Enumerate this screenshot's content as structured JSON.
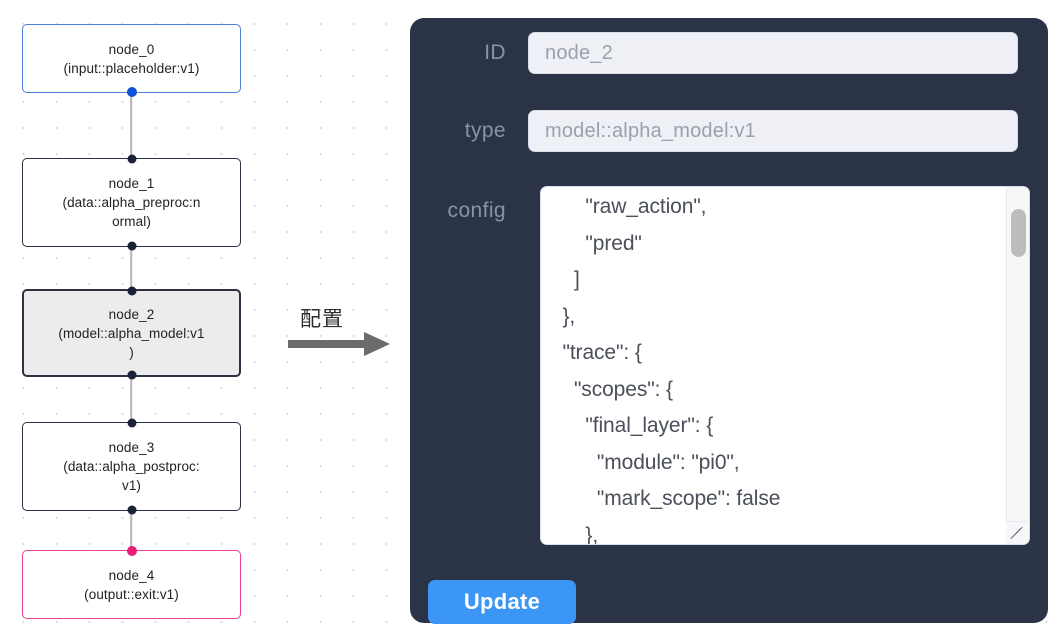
{
  "canvas": {
    "background_color": "#ffffff",
    "grid_dot_color": "#c9c9d4",
    "nodes": [
      {
        "id": "node_0",
        "title": "node_0",
        "subtitle": "(input::placeholder:v1)",
        "kind": "input",
        "border_color": "#4f7fd6",
        "handle_color": "#1052d8",
        "selected": false
      },
      {
        "id": "node_1",
        "title": "node_1",
        "subtitle_line1": "(data::alpha_preproc:n",
        "subtitle_line2": "ormal)",
        "kind": "default",
        "border_color": "#2c3242",
        "handle_color": "#1b2138",
        "selected": false
      },
      {
        "id": "node_2",
        "title": "node_2",
        "subtitle_line1": "(model::alpha_model:v1",
        "subtitle_line2": ")",
        "kind": "default",
        "border_color": "#2c3242",
        "handle_color": "#1b2138",
        "fill_color": "#ececec",
        "selected": true
      },
      {
        "id": "node_3",
        "title": "node_3",
        "subtitle_line1": "(data::alpha_postproc:",
        "subtitle_line2": "v1)",
        "kind": "default",
        "border_color": "#2c3242",
        "handle_color": "#1b2138",
        "selected": false
      },
      {
        "id": "node_4",
        "title": "node_4",
        "subtitle": "(output::exit:v1)",
        "kind": "output",
        "border_color": "#ec3f8f",
        "handle_color": "#ec1d78",
        "selected": false
      }
    ]
  },
  "annotation": {
    "label": "配置",
    "arrow": "right-arrow-icon",
    "arrow_color": "#6b6b6b"
  },
  "panel": {
    "background_color": "#2b3446",
    "fields": [
      {
        "label": "ID",
        "value": "node_2"
      },
      {
        "label": "type",
        "value": "model::alpha_model:v1"
      },
      {
        "label": "config",
        "value": ""
      }
    ],
    "config_textarea": {
      "text": "      \"raw_action\",\n      \"pred\"\n    ]\n  },\n  \"trace\": {\n    \"scopes\": {\n      \"final_layer\": {\n        \"module\": \"pi0\",\n        \"mark_scope\": false\n      },\n      \"action_model\": {",
      "scrollbar": "vertical-scrollbar",
      "resize_handle": "resize-grip-icon"
    },
    "update_button": {
      "label": "Update",
      "color": "#3b96f5"
    }
  }
}
